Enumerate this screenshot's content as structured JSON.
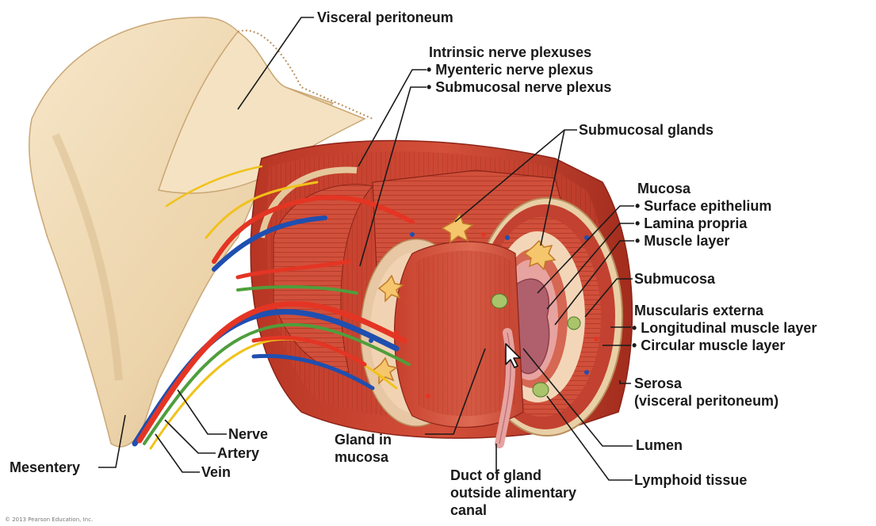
{
  "labels": {
    "visceral_peritoneum": "Visceral peritoneum",
    "intrinsic_nerve_plexuses": "Intrinsic nerve plexuses",
    "myenteric_nerve_plexus": "• Myenteric nerve plexus",
    "submucosal_nerve_plexus": "• Submucosal nerve plexus",
    "submucosal_glands": "Submucosal glands",
    "mucosa": "Mucosa",
    "surface_epithelium": "• Surface epithelium",
    "lamina_propria": "• Lamina propria",
    "muscle_layer": "• Muscle layer",
    "submucosa": "Submucosa",
    "muscularis_externa": "Muscularis externa",
    "longitudinal_muscle_layer": "• Longitudinal muscle layer",
    "circular_muscle_layer": "• Circular muscle layer",
    "serosa_line1": "Serosa",
    "serosa_line2": "(visceral peritoneum)",
    "lumen": "Lumen",
    "lymphoid_tissue": "Lymphoid tissue",
    "duct_line1": "Duct of gland",
    "duct_line2": "outside alimentary",
    "duct_line3": "canal",
    "gland_line1": "Gland in",
    "gland_line2": "mucosa",
    "nerve": "Nerve",
    "artery": "Artery",
    "vein": "Vein",
    "mesentery": "Mesentery"
  },
  "credit": "© 2013 Pearson Education, Inc.",
  "colors": {
    "muscle": "#c9412e",
    "muscle_dark": "#9e2a1d",
    "muscle_light": "#e0745e",
    "peritoneum": "#f1dcb9",
    "peritoneum_shade": "#d9bb8e",
    "submucosa": "#f3d6b8",
    "mucosa": "#d98a8a",
    "lumen": "#b7606b",
    "artery": "#e43524",
    "vein": "#1f4fb0",
    "nerve": "#f0c21a",
    "lymphatic": "#4f9e3c",
    "leader": "#1a1a1a"
  },
  "icons": {
    "cursor": "mouse-pointer-icon"
  }
}
